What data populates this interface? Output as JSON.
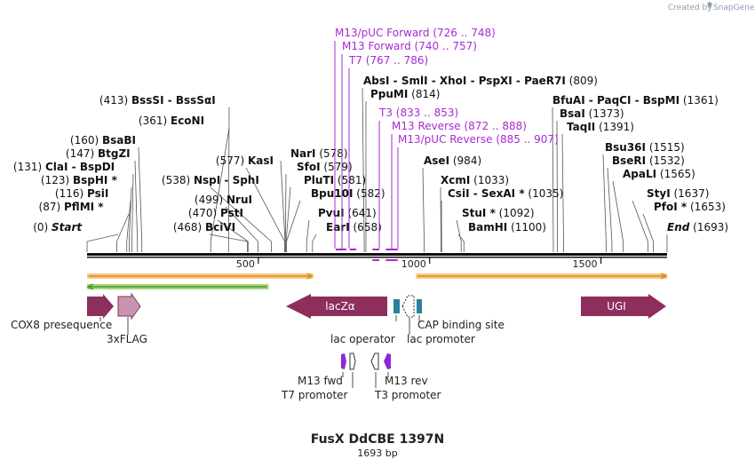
{
  "credit": {
    "prefix": "Created by",
    "brand": "SnapGene"
  },
  "title": "FusX DdCBE 1397N",
  "length_label": "1693 bp",
  "colors": {
    "primer": "#a62bd2",
    "feature_maroon": "#8e2e5c",
    "feature_pink": "#c994b2",
    "lac_blue": "#2a7f9e",
    "orf_orange": "#f0a030",
    "orf_green": "#5aa02c"
  },
  "ticks": [
    {
      "label": "500",
      "bp": 500
    },
    {
      "label": "1000",
      "bp": 1000
    },
    {
      "label": "1500",
      "bp": 1500
    }
  ],
  "enzymes": [
    {
      "pos": "(0)",
      "name": "Start",
      "bp": 0,
      "italic": true
    },
    {
      "pos": "(87)",
      "name": "PflMI *",
      "bp": 87
    },
    {
      "pos": "(116)",
      "name": "PsiI",
      "bp": 116
    },
    {
      "pos": "(123)",
      "name": "BspHI *",
      "bp": 123
    },
    {
      "pos": "(131)",
      "name": "ClaI  -  BspDI",
      "bp": 131
    },
    {
      "pos": "(147)",
      "name": "BtgZI",
      "bp": 147
    },
    {
      "pos": "(160)",
      "name": "BsaBI",
      "bp": 160
    },
    {
      "pos": "(413)",
      "name": "BssSI  -  BssSαI",
      "bp": 413
    },
    {
      "pos": "(361)",
      "name": "EcoNI",
      "bp": 361
    },
    {
      "pos": "(538)",
      "name": "NspI  -  SphI",
      "bp": 538
    },
    {
      "pos": "(577)",
      "name": "KasI",
      "bp": 577
    },
    {
      "pos": "(499)",
      "name": "NruI",
      "bp": 499
    },
    {
      "pos": "(470)",
      "name": "PstI",
      "bp": 470
    },
    {
      "pos": "(468)",
      "name": "BciVI",
      "bp": 468
    },
    {
      "pos": "(578)",
      "name": "NarI",
      "bp": 578
    },
    {
      "pos": "(579)",
      "name": "SfoI",
      "bp": 579
    },
    {
      "pos": "(581)",
      "name": "PluTI",
      "bp": 581
    },
    {
      "pos": "(582)",
      "name": "Bpu10I",
      "bp": 582
    },
    {
      "pos": "(641)",
      "name": "PvuI",
      "bp": 641
    },
    {
      "pos": "(658)",
      "name": "EarI",
      "bp": 658
    },
    {
      "pos": "(809)",
      "name": "AbsI  -  SmlI  -  XhoI  -  PspXI  -  PaeR7I",
      "bp": 809
    },
    {
      "pos": "(814)",
      "name": "PpuMI",
      "bp": 814
    },
    {
      "pos": "(984)",
      "name": "AseI",
      "bp": 984
    },
    {
      "pos": "(1033)",
      "name": "XcmI",
      "bp": 1033
    },
    {
      "pos": "(1035)",
      "name": "CsiI  -  SexAI *",
      "bp": 1035
    },
    {
      "pos": "(1092)",
      "name": "StuI *",
      "bp": 1092
    },
    {
      "pos": "(1100)",
      "name": "BamHI",
      "bp": 1100
    },
    {
      "pos": "(1361)",
      "name": "BfuAI  -  PaqCI  -  BspMI",
      "bp": 1361
    },
    {
      "pos": "(1373)",
      "name": "BsaI",
      "bp": 1373
    },
    {
      "pos": "(1391)",
      "name": "TaqII",
      "bp": 1391
    },
    {
      "pos": "(1515)",
      "name": "Bsu36I",
      "bp": 1515
    },
    {
      "pos": "(1532)",
      "name": "BseRI",
      "bp": 1532
    },
    {
      "pos": "(1565)",
      "name": "ApaLI",
      "bp": 1565
    },
    {
      "pos": "(1637)",
      "name": "StyI",
      "bp": 1637
    },
    {
      "pos": "(1653)",
      "name": "PfoI *",
      "bp": 1653
    },
    {
      "pos": "(1693)",
      "name": "End",
      "bp": 1693,
      "italic": true
    }
  ],
  "primers": [
    {
      "name": "M13/pUC Forward",
      "range": "(726 .. 748)",
      "start": 726,
      "end": 748
    },
    {
      "name": "M13 Forward",
      "range": "(740 .. 757)",
      "start": 740,
      "end": 757
    },
    {
      "name": "T7",
      "range": "(767 .. 786)",
      "start": 767,
      "end": 786
    },
    {
      "name": "T3",
      "range": "(833 .. 853)",
      "start": 833,
      "end": 853
    },
    {
      "name": "M13 Reverse",
      "range": "(872 .. 888)",
      "start": 872,
      "end": 888
    },
    {
      "name": "M13/pUC Reverse",
      "range": "(885 .. 907)",
      "start": 885,
      "end": 907
    }
  ],
  "features": [
    {
      "name": "COX8 presequence",
      "start": 0,
      "end": 75,
      "strand": "+"
    },
    {
      "name": "3xFLAG",
      "start": 89,
      "end": 154,
      "strand": "+"
    },
    {
      "name": "lacZα",
      "start": 582,
      "end": 906,
      "strand": "-"
    },
    {
      "name": "lac operator",
      "start": 910,
      "end": 927
    },
    {
      "name": "lac promoter",
      "start": 935,
      "end": 965,
      "strand": "-"
    },
    {
      "name": "CAP binding site",
      "start": 960,
      "end": 975
    },
    {
      "name": "UGI",
      "start": 1432,
      "end": 1693,
      "strand": "+"
    },
    {
      "name": "M13 fwd",
      "start": 726,
      "end": 743,
      "strand": "+"
    },
    {
      "name": "T7 promoter",
      "start": 767,
      "end": 786,
      "strand": "+"
    },
    {
      "name": "M13 rev",
      "start": 888,
      "end": 905,
      "strand": "-"
    },
    {
      "name": "T3 promoter",
      "start": 833,
      "end": 853,
      "strand": "-"
    }
  ],
  "orfs": [
    {
      "start": 0,
      "end": 660,
      "strand": "+",
      "color": "orange"
    },
    {
      "start": 0,
      "end": 530,
      "strand": "-",
      "color": "green"
    },
    {
      "start": 960,
      "end": 1693,
      "strand": "+",
      "color": "orange"
    }
  ]
}
